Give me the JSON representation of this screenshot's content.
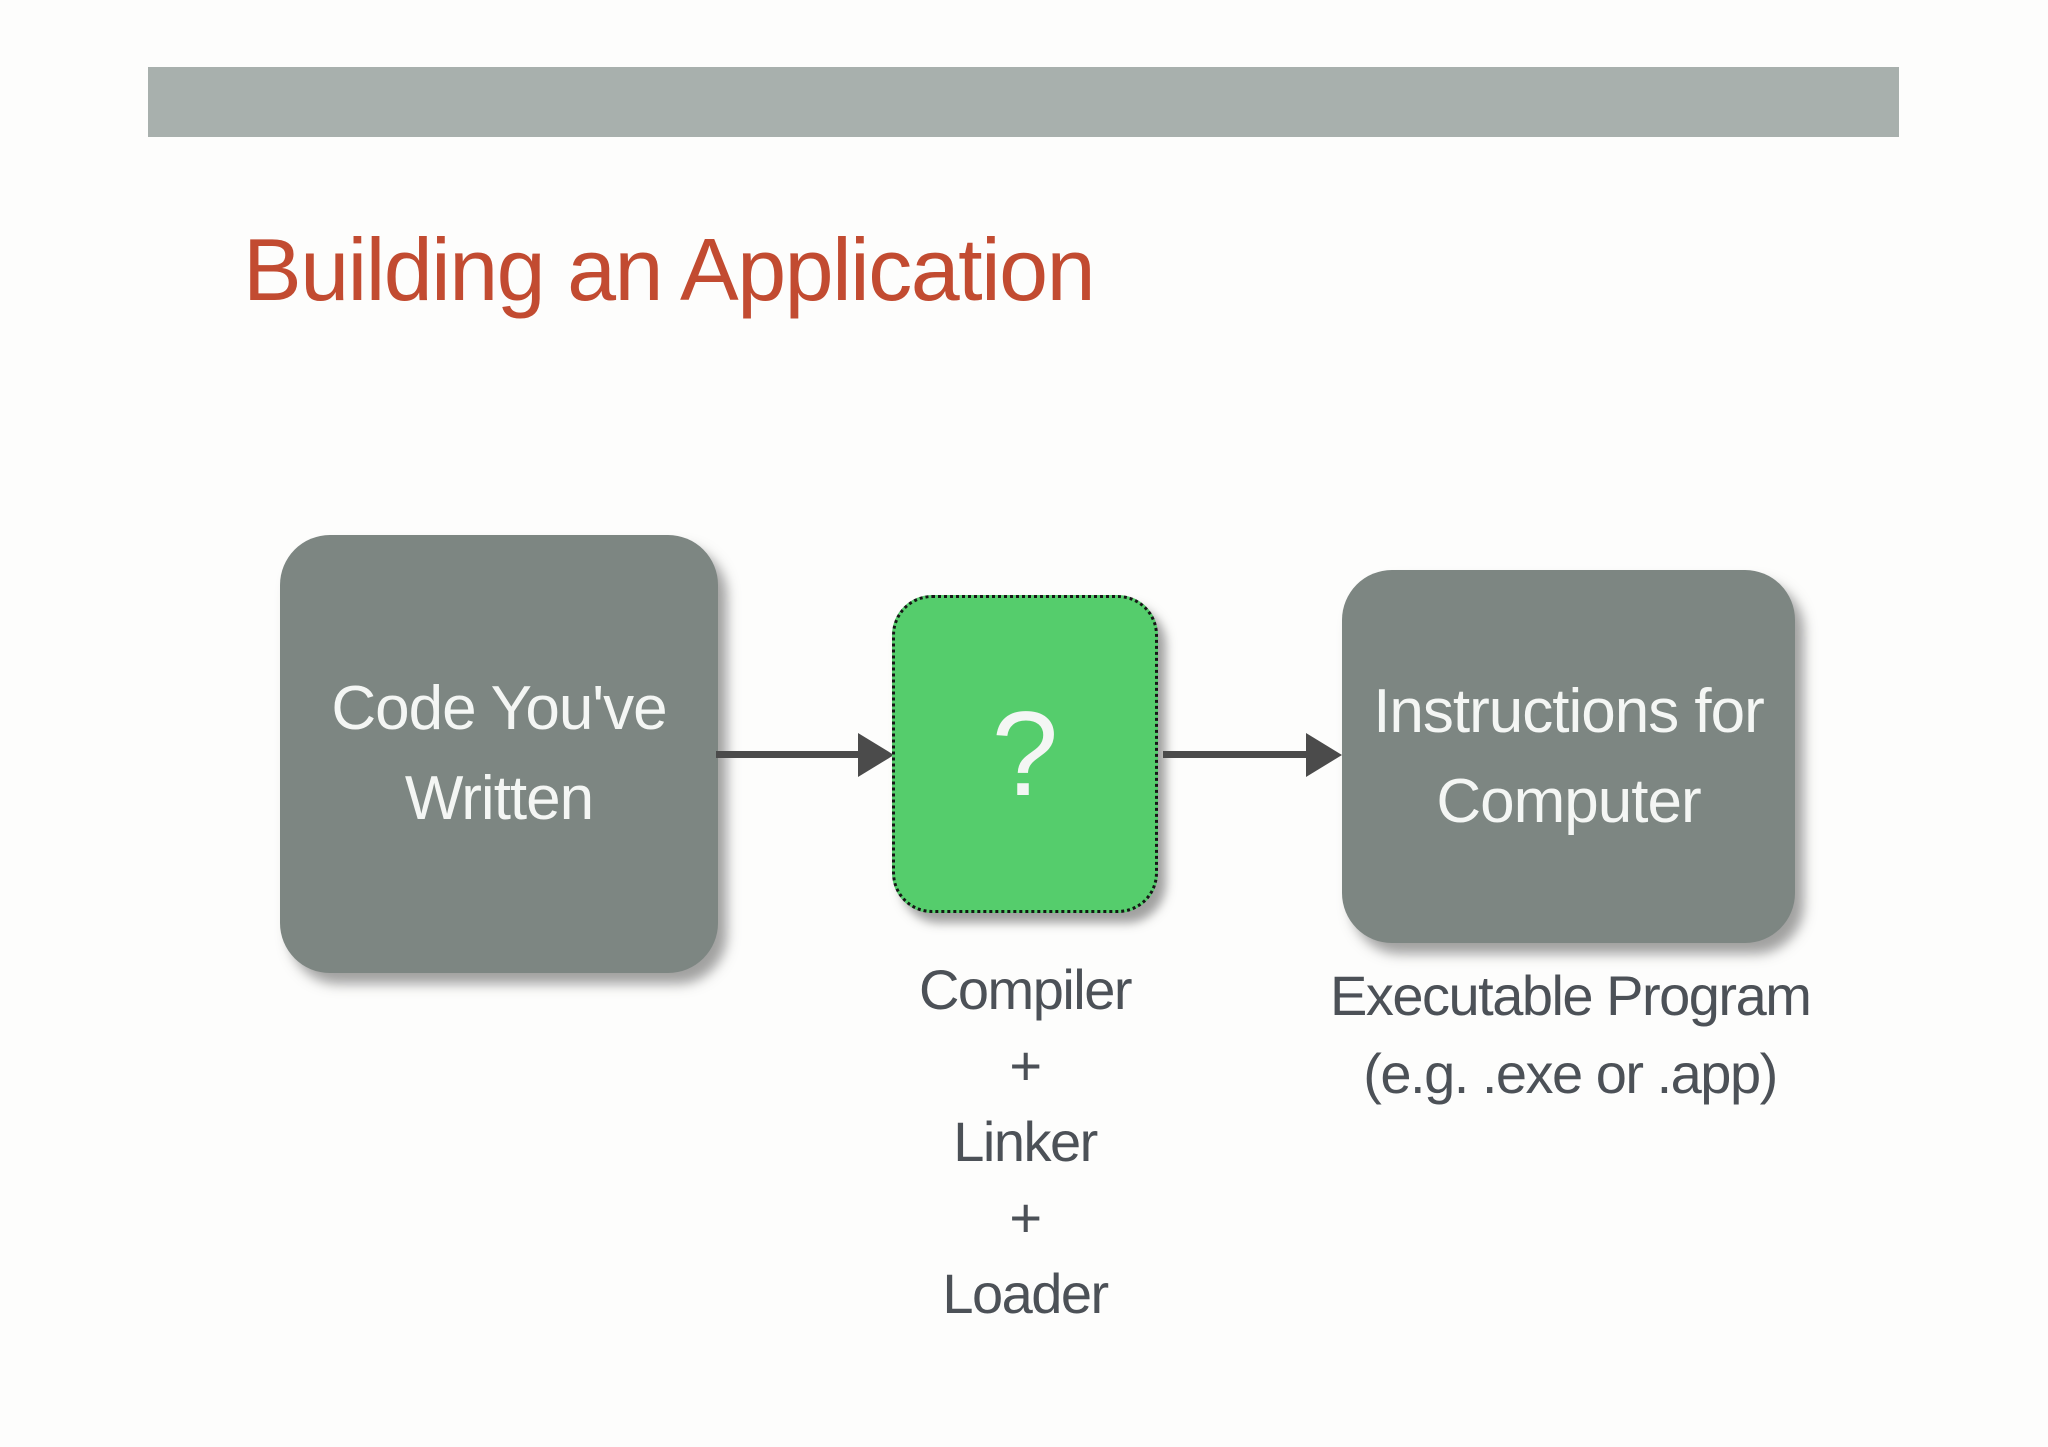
{
  "slide": {
    "title": "Building an Application",
    "title_color": "#c24b31",
    "top_bar_color": "#a8b0ad",
    "background_color": "#fdfdfc"
  },
  "diagram": {
    "arrow_color": "#4b4b4b",
    "caption_color": "#4c5157",
    "node_text_color": "#f4f6f4",
    "nodes": {
      "source": {
        "lines": [
          "Code You've",
          "Written"
        ],
        "fill": "#7d8682"
      },
      "transform": {
        "label": "?",
        "fill": "#55cd6c",
        "border_style": "dotted"
      },
      "result": {
        "lines": [
          "Instructions for",
          "Computer"
        ],
        "fill": "#7d8682"
      }
    },
    "captions": {
      "transform_steps": [
        "Compiler",
        "+",
        "Linker",
        "+",
        "Loader"
      ],
      "result_note": [
        "Executable Program",
        "(e.g. .exe or .app)"
      ]
    }
  }
}
